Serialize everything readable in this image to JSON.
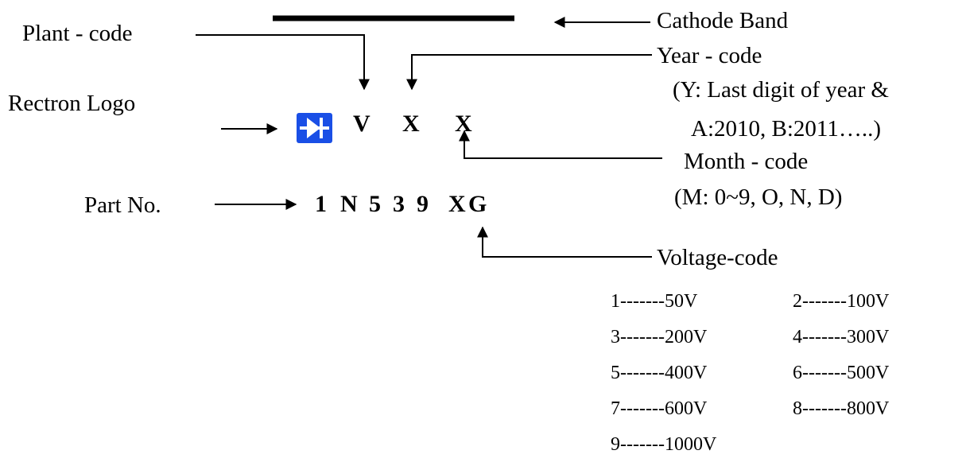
{
  "labels": {
    "cathode_band": "Cathode Band",
    "plant_code": "Plant - code",
    "year_code": "Year - code",
    "year_note_1": "(Y: Last digit of year &",
    "year_note_2": "A:2010, B:2011…..)",
    "rectron_logo": "Rectron Logo",
    "month_code": "Month - code",
    "month_note": "(M: 0~9, O, N, D)",
    "part_no": "Part No.",
    "voltage_code": "Voltage-code"
  },
  "marking": {
    "plant": "V",
    "year": "X",
    "month": "X"
  },
  "part_number": [
    "1",
    "N",
    "5",
    "3",
    "9",
    "X",
    "G"
  ],
  "voltage_table": [
    "1-------50V",
    "2-------100V",
    "3-------200V",
    "4-------300V",
    "5-------400V",
    "6-------500V",
    "7-------600V",
    "8-------800V",
    "9-------1000V"
  ],
  "colors": {
    "logo": "#1a4fe6",
    "ink": "#000000"
  },
  "icons": {
    "logo": "diode-logo-icon"
  }
}
